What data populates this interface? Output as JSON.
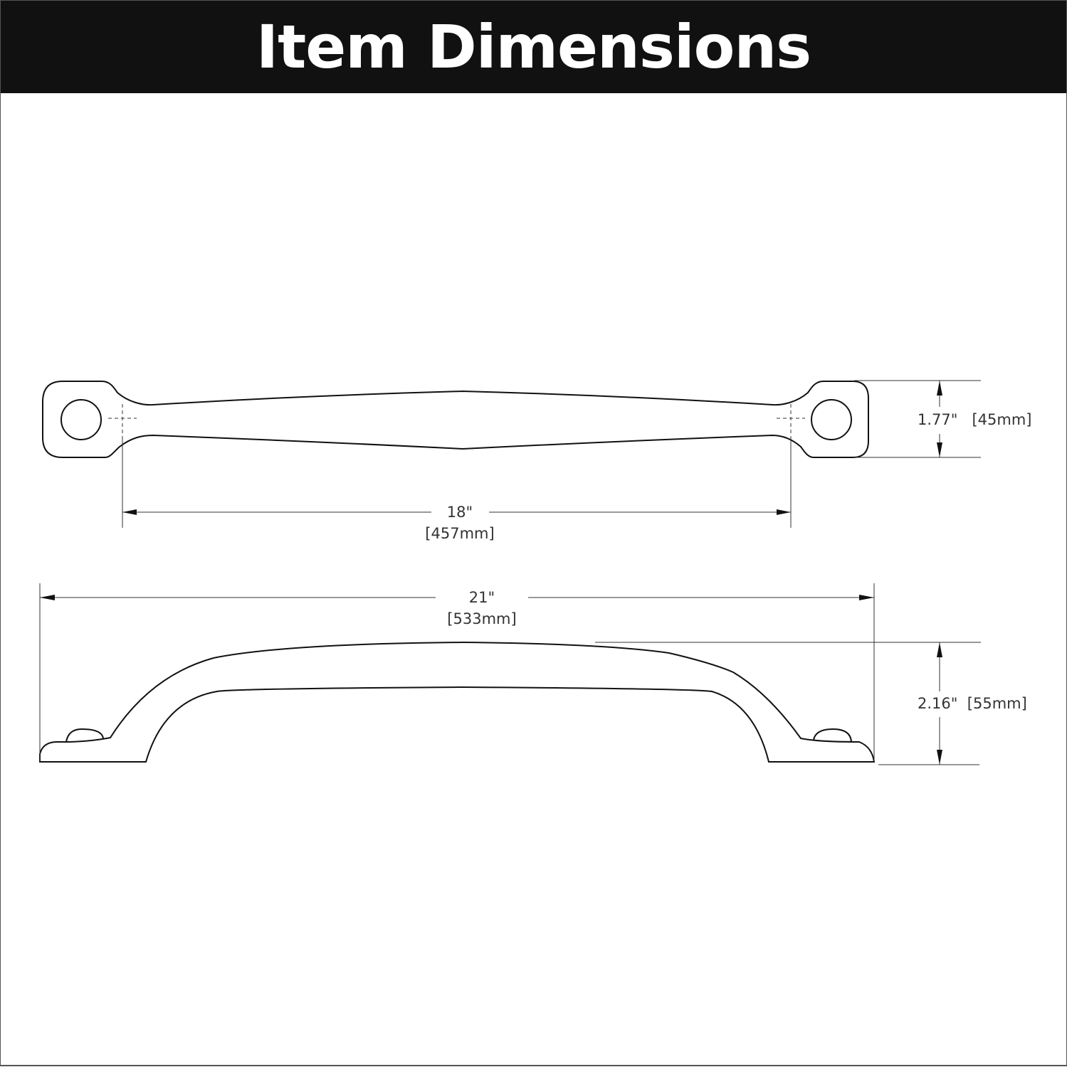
{
  "header": {
    "title": "Item Dimensions",
    "background": "#111111",
    "text_color": "#ffffff"
  },
  "top_view": {
    "height_dimension": {
      "inches": "1.77\"",
      "mm": "[45mm]"
    },
    "hole_spacing_dimension": {
      "inches": "18\"",
      "mm": "[457mm]"
    }
  },
  "side_view": {
    "overall_length_dimension": {
      "inches": "21\"",
      "mm": "[533mm]"
    },
    "projection_dimension": {
      "inches": "2.16\"",
      "mm": "[55mm]"
    }
  },
  "colors": {
    "line": "#111111",
    "dimension_line": "#333333"
  }
}
